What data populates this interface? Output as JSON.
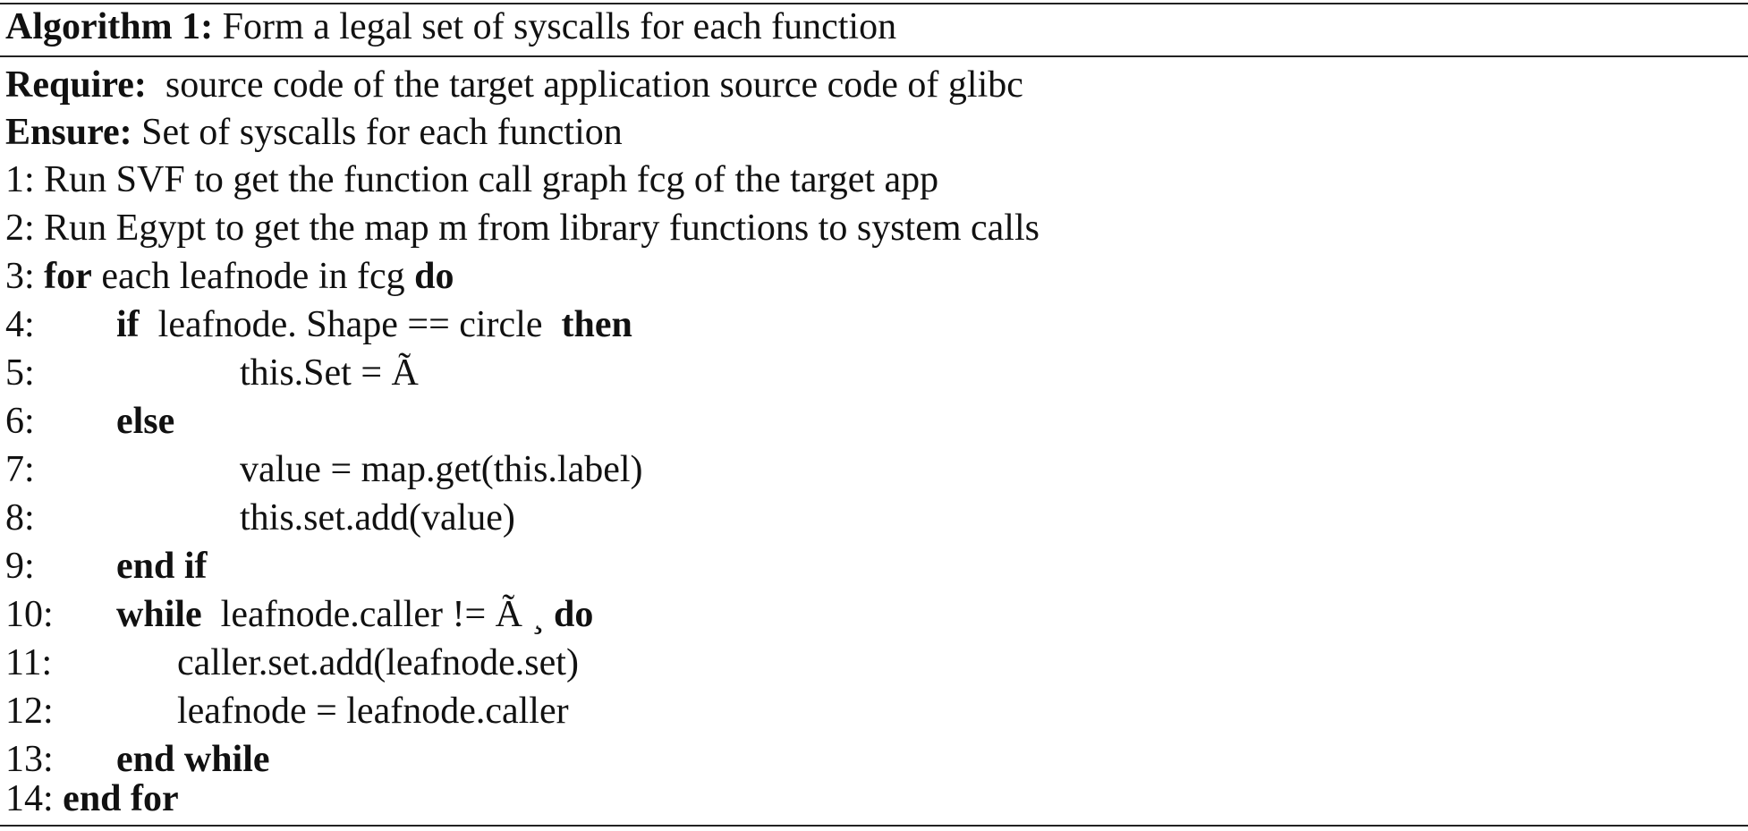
{
  "algorithm": {
    "label": "Algorithm 1:",
    "title": "Form a legal set of syscalls for each function"
  },
  "require": {
    "label": "Require:",
    "text": "source code of the target application source code of glibc"
  },
  "ensure": {
    "label": "Ensure:",
    "text": "Set of syscalls for each function"
  },
  "steps": [
    {
      "num": "1:",
      "text": "Run SVF to get the function call graph fcg of the target app"
    },
    {
      "num": "2:",
      "text": "Run Egypt to get the map m from library functions to system calls"
    },
    {
      "num": "3:",
      "kw1": "for",
      "text": " each leafnode in fcg ",
      "kw2": "do"
    },
    {
      "num": "4:",
      "kw1": "if",
      "text": "  leafnode. Shape == circle  ",
      "kw2": "then"
    },
    {
      "num": "5:",
      "text": "this.Set = Ã"
    },
    {
      "num": "6:",
      "kw1": "else"
    },
    {
      "num": "7:",
      "text": "value = map.get(this.label)"
    },
    {
      "num": "8:",
      "text": "this.set.add(value)"
    },
    {
      "num": "9:",
      "kw1": "end if"
    },
    {
      "num": "10:",
      "kw1": "while",
      "text": "  leafnode.caller != Ã ¸ ",
      "kw2": "do"
    },
    {
      "num": "11:",
      "text": "caller.set.add(leafnode.set)"
    },
    {
      "num": "12:",
      "text": "leafnode = leafnode.caller"
    },
    {
      "num": "13:",
      "kw1": "end while"
    },
    {
      "num": "14:",
      "kw1": "end for"
    }
  ]
}
